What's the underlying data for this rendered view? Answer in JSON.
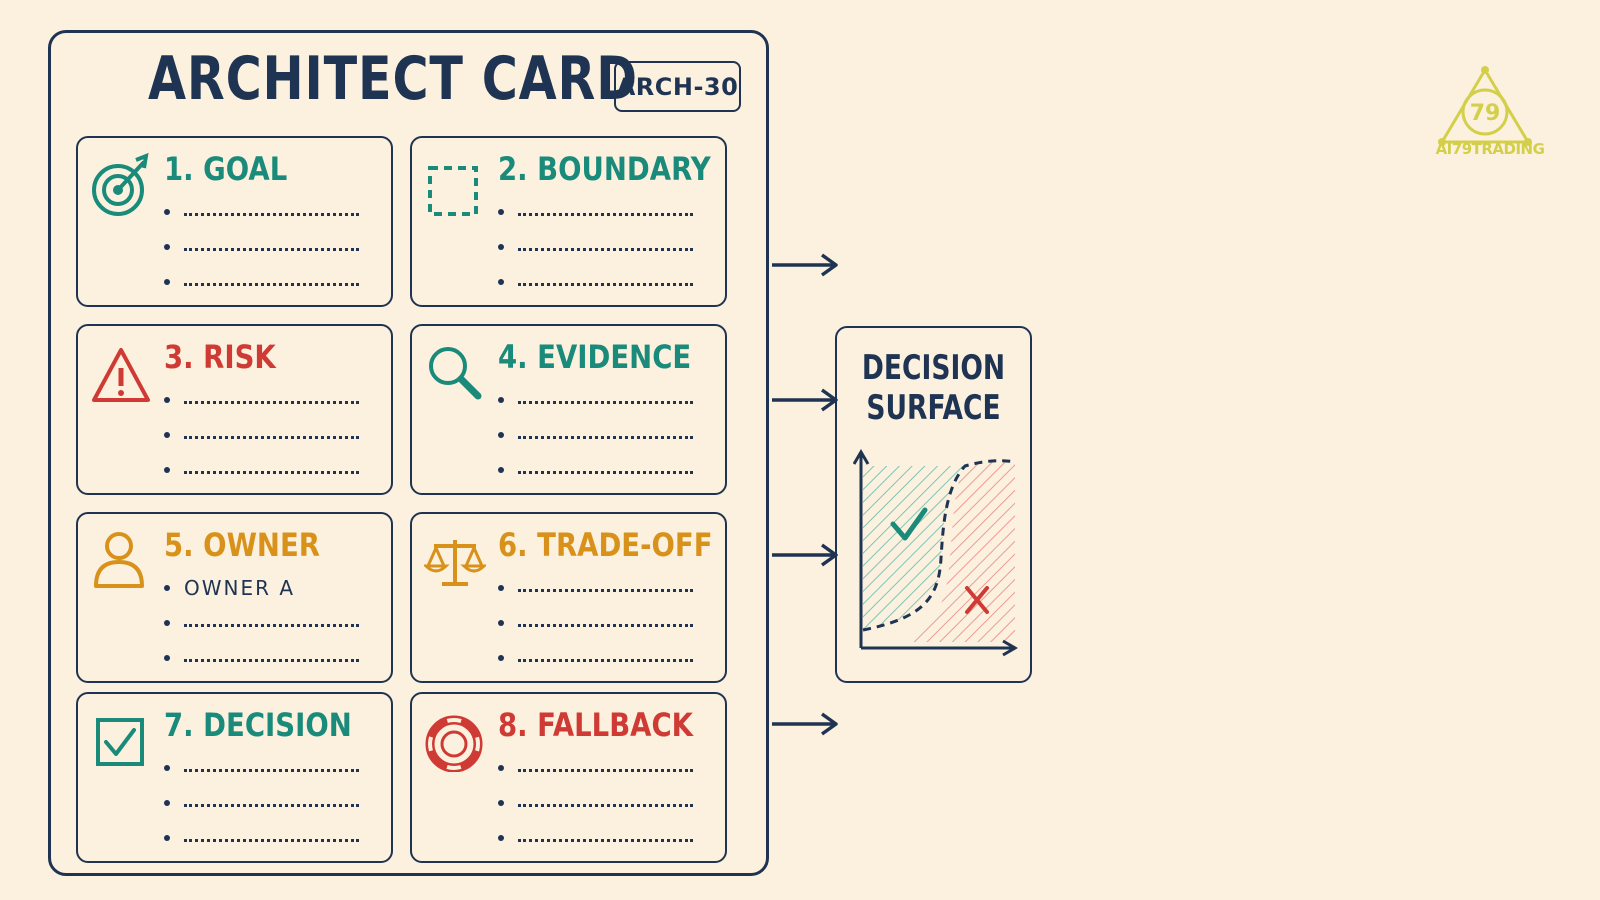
{
  "card": {
    "title": "ARCHITECT CARD",
    "code": "ARCH-30"
  },
  "sections": [
    {
      "label": "1. GOAL",
      "icon": "target-icon",
      "color": "#1a8a7a",
      "bullets": [
        "",
        "",
        ""
      ]
    },
    {
      "label": "2. BOUNDARY",
      "icon": "dashed-square-icon",
      "color": "#1a8a7a",
      "bullets": [
        "",
        "",
        ""
      ]
    },
    {
      "label": "3. RISK",
      "icon": "warning-triangle-icon",
      "color": "#d03a34",
      "bullets": [
        "",
        "",
        ""
      ]
    },
    {
      "label": "4. EVIDENCE",
      "icon": "magnifier-icon",
      "color": "#1a8a7a",
      "bullets": [
        "",
        "",
        ""
      ]
    },
    {
      "label": "5. OWNER",
      "icon": "person-icon",
      "color": "#d8921b",
      "bullets": [
        "OWNER A",
        "",
        ""
      ]
    },
    {
      "label": "6. TRADE-OFF",
      "icon": "balance-scale-icon",
      "color": "#d8921b",
      "bullets": [
        "",
        "",
        ""
      ]
    },
    {
      "label": "7. DECISION",
      "icon": "checkbox-icon",
      "color": "#1a8a7a",
      "bullets": [
        "",
        "",
        ""
      ]
    },
    {
      "label": "8. FALLBACK",
      "icon": "lifebuoy-icon",
      "color": "#d03a34",
      "bullets": [
        "",
        "",
        ""
      ]
    }
  ],
  "decision_surface": {
    "title_line1": "DECISION",
    "title_line2": "SURFACE",
    "accept_mark": "check-icon",
    "reject_mark": "cross-icon",
    "accept_color": "#1a8a7a",
    "reject_color": "#d03a34"
  },
  "logo": {
    "text": "AI79TRADING",
    "badge": "79",
    "color": "#d4cf4a"
  },
  "colors": {
    "ink": "#1f3352",
    "background": "#fbf1de"
  }
}
